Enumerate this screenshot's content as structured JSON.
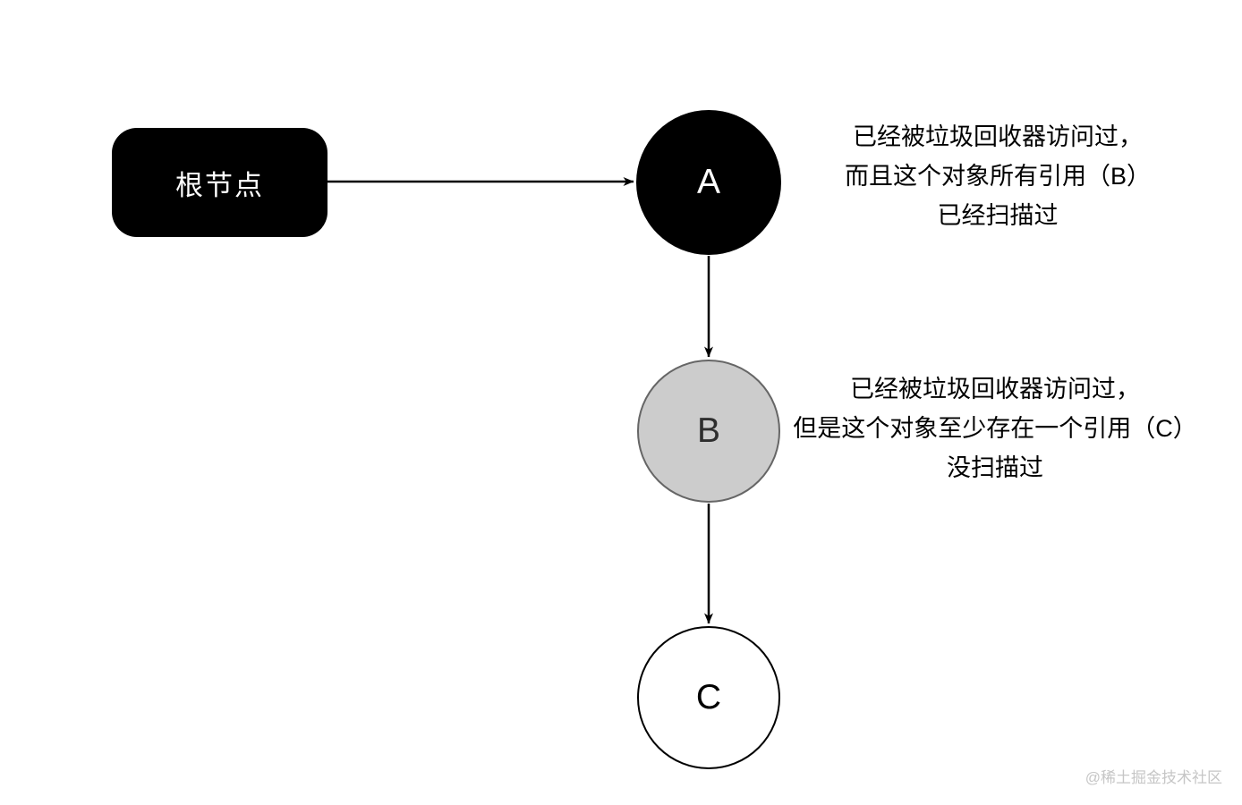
{
  "root": {
    "label": "根节点"
  },
  "nodes": [
    {
      "id": "A",
      "label": "A",
      "state": "black",
      "fill": "#000000",
      "text_color": "#ffffff"
    },
    {
      "id": "B",
      "label": "B",
      "state": "gray",
      "fill": "#cccccc",
      "border_color": "#666666",
      "text_color": "#2e2e2e"
    },
    {
      "id": "C",
      "label": "C",
      "state": "white",
      "fill": "#ffffff",
      "border_color": "#000000",
      "text_color": "#000000"
    }
  ],
  "annotations": [
    {
      "target": "A",
      "lines": [
        "已经被垃圾回收器访问过，",
        "而且这个对象所有引用（B）",
        "已经扫描过"
      ]
    },
    {
      "target": "B",
      "lines": [
        "已经被垃圾回收器访问过，",
        "但是这个对象至少存在一个引用（C）",
        "没扫描过"
      ]
    }
  ],
  "edges": [
    {
      "from": "根节点",
      "to": "A"
    },
    {
      "from": "A",
      "to": "B"
    },
    {
      "from": "B",
      "to": "C"
    }
  ],
  "watermark": "@稀土掘金技术社区",
  "colors": {
    "background": "#ffffff",
    "arrow": "#000000",
    "annotation_text": "#000000",
    "watermark": "#c6c6c6"
  }
}
